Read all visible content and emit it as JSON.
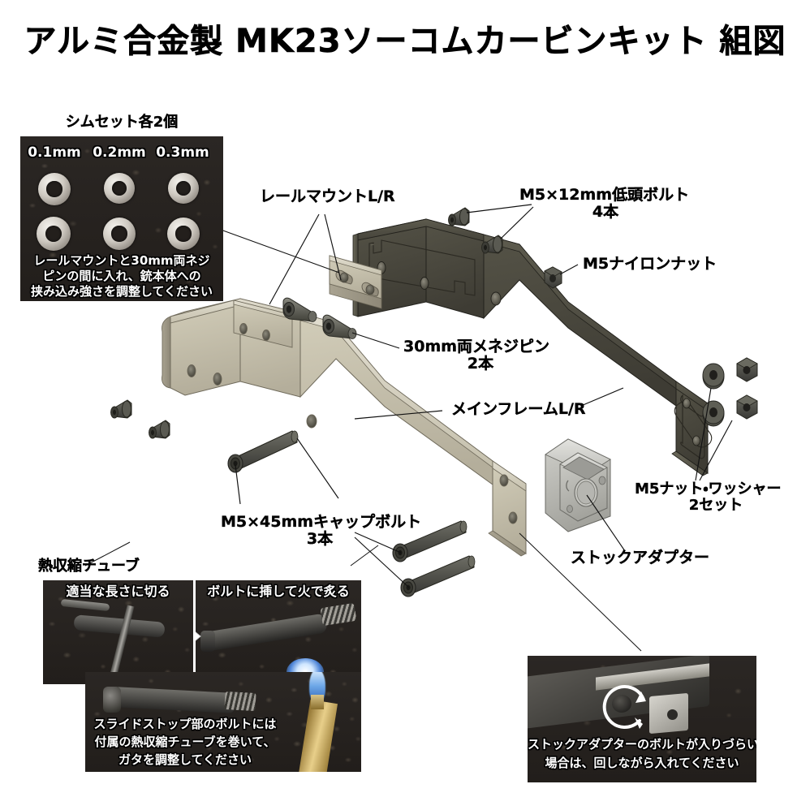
{
  "title": "アルミ合金製 MK23ソーコムカービンキット 組図",
  "shim_inset": {
    "heading": "シムセット各2個",
    "size_labels": [
      "0.1mm",
      "0.2mm",
      "0.3mm"
    ],
    "caption_lines": [
      "レールマウントと30mm両ネジ",
      "ピンの間に入れ、銃本体への",
      "挟み込み強さを調整してください"
    ]
  },
  "callouts": {
    "rail_mount": "レールマウントL/R",
    "low_head_bolt": "M5×12mm低頭ボルト",
    "low_head_bolt_qty": "4本",
    "nylon_nut": "M5ナイロンナット",
    "pin": "30mm両メネジピン",
    "pin_qty": "2本",
    "main_frame": "メインフレームL/R",
    "nut_washer": "M5ナット・ワッシャー",
    "nut_washer_qty": "2セット",
    "stock_adapter": "ストックアダプター",
    "cap_bolt": "M5×45mmキャップボルト",
    "cap_bolt_qty": "3本"
  },
  "shrink_inset": {
    "heading": "熱収縮チューブ",
    "step1_caption": "適当な長さに切る",
    "step2_caption": "ボルトに挿して火で炙る",
    "bottom_caption_lines": [
      "スライドストップ部のボルトには",
      "付属の熱収縮チューブを巻いて、",
      "ガタを調整してください"
    ]
  },
  "stock_inset": {
    "caption_lines": [
      "ストックアダプターのボルトが入りづらい",
      "場合は、回しながら入れてください"
    ]
  },
  "colors": {
    "frame_dark": "#4d4b40",
    "frame_light": "#c2bda9",
    "hardware_dark": "#3a3a36",
    "adapter_gray": "#b8b8b4",
    "background": "#ffffff",
    "text": "#000000"
  }
}
